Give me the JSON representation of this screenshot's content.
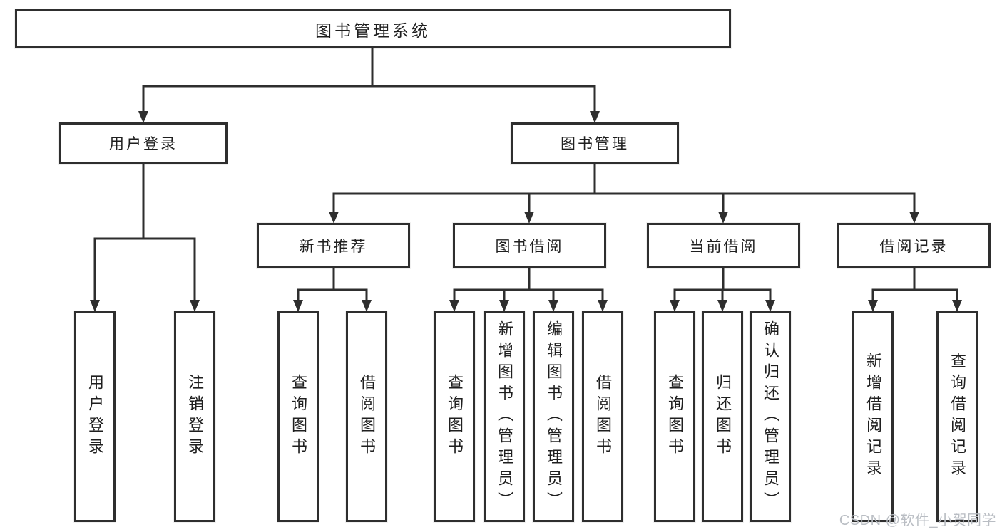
{
  "diagram": {
    "root": "图书管理系统",
    "branches": [
      {
        "label": "用户登录",
        "children": [
          "用户登录",
          "注销登录"
        ]
      },
      {
        "label": "图书管理",
        "sections": [
          {
            "label": "新书推荐",
            "children": [
              "查询图书",
              "借阅图书"
            ]
          },
          {
            "label": "图书借阅",
            "children": [
              "查询图书",
              "新增图书（管理员）",
              "编辑图书（管理员）",
              "借阅图书"
            ]
          },
          {
            "label": "当前借阅",
            "children": [
              "查询图书",
              "归还图书",
              "确认归还（管理员）"
            ]
          },
          {
            "label": "借阅记录",
            "children": [
              "新增借阅记录",
              "查询借阅记录"
            ]
          }
        ]
      }
    ]
  },
  "watermark": "CSDN @软件_小贺同学",
  "colors": {
    "line": "#2e2e2e",
    "text": "#1f1f1f",
    "watermark": "#b9bdc3",
    "background": "#ffffff"
  }
}
